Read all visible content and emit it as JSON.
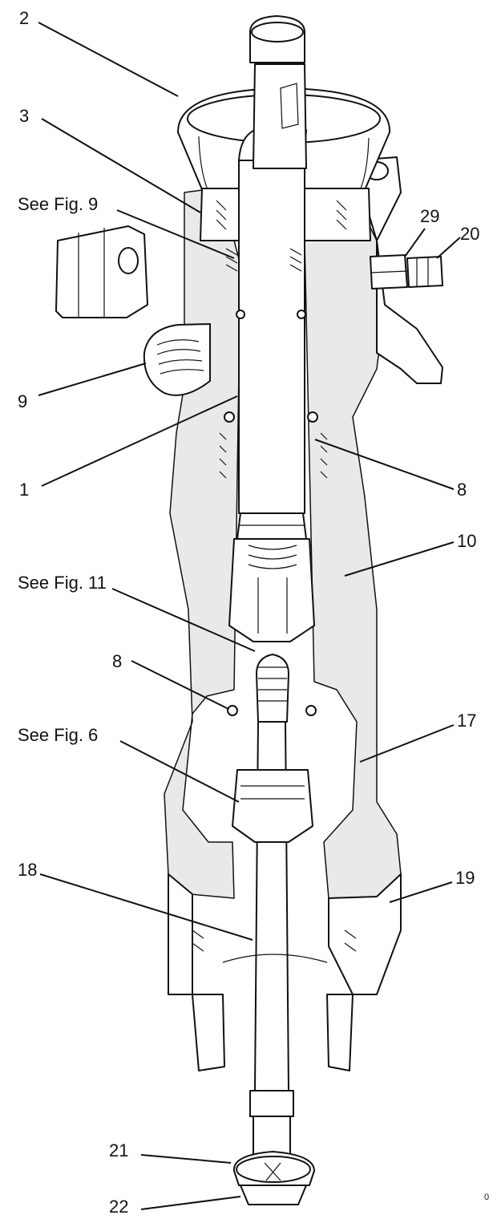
{
  "callouts": [
    {
      "id": "c2",
      "text": "2"
    },
    {
      "id": "c3",
      "text": "3"
    },
    {
      "id": "c-fig9",
      "text": "See Fig. 9"
    },
    {
      "id": "c29",
      "text": "29"
    },
    {
      "id": "c20",
      "text": "20"
    },
    {
      "id": "c9",
      "text": "9"
    },
    {
      "id": "c1",
      "text": "1"
    },
    {
      "id": "c8a",
      "text": "8"
    },
    {
      "id": "c10",
      "text": "10"
    },
    {
      "id": "c-fig11",
      "text": "See Fig. 11"
    },
    {
      "id": "c8b",
      "text": "8"
    },
    {
      "id": "c17",
      "text": "17"
    },
    {
      "id": "c-fig6",
      "text": "See Fig. 6"
    },
    {
      "id": "c18",
      "text": "18"
    },
    {
      "id": "c19",
      "text": "19"
    },
    {
      "id": "c21",
      "text": "21"
    },
    {
      "id": "c22",
      "text": "22"
    }
  ],
  "corner_mark": "0"
}
